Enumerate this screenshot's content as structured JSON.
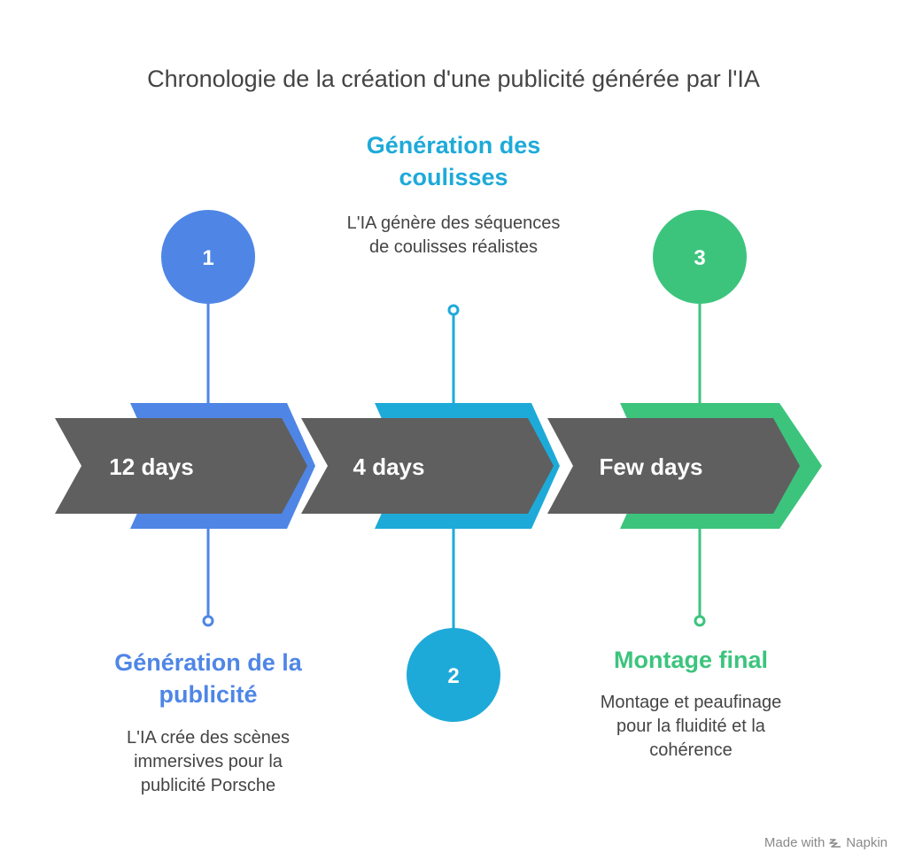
{
  "title": "Chronologie de la création d'une publicité générée par l'IA",
  "colors": {
    "step1": "#4F86E6",
    "step2": "#1EAAD9",
    "step3": "#3CC47D",
    "arrow": "#5F5F5F",
    "text_gray": "#444444"
  },
  "steps": [
    {
      "number": "1",
      "duration": "12 days",
      "title": "Génération de la publicité",
      "description": "L'IA crée des scènes immersives pour la publicité Porsche"
    },
    {
      "number": "2",
      "duration": "4 days",
      "title": "Génération des coulisses",
      "description": "L'IA génère des séquences de coulisses réalistes"
    },
    {
      "number": "3",
      "duration": "Few days",
      "title": "Montage final",
      "description": "Montage et peaufinage pour la fluidité et la cohérence"
    }
  ],
  "footer": {
    "prefix": "Made with",
    "brand": "Napkin",
    "icon": "napkin-logo-icon"
  }
}
